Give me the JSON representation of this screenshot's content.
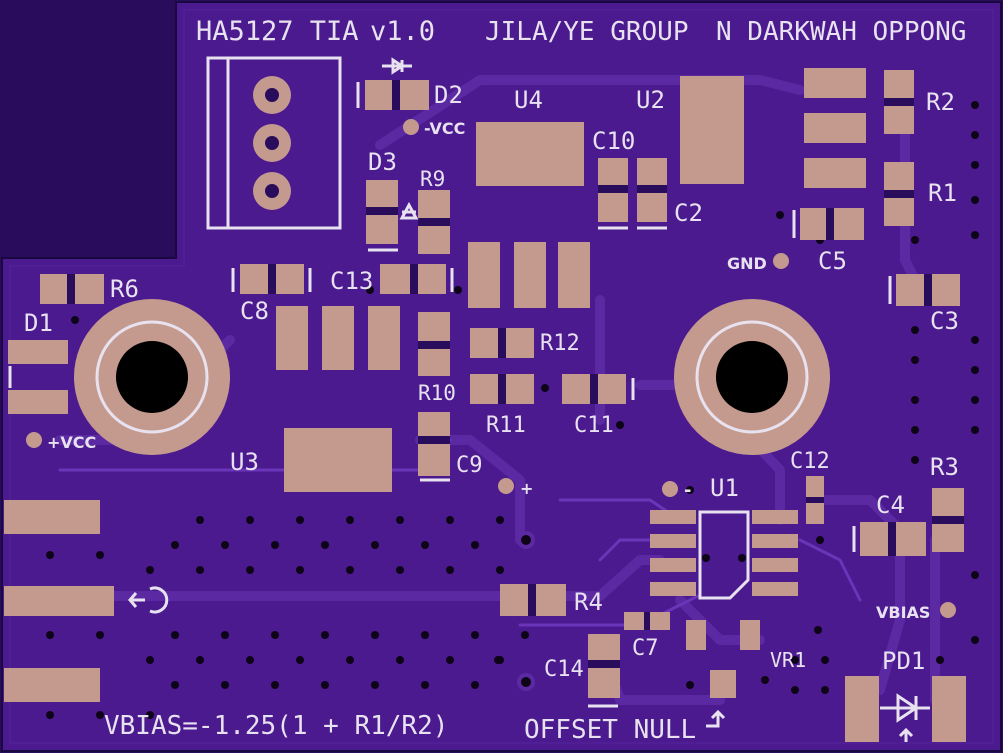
{
  "board": {
    "title": "HA5127 TIA",
    "version": "v1.0",
    "group": "JILA/YE GROUP",
    "author": "N DARKWAH OPPONG",
    "formula": "VBIAS=-1.25(1 + R1/R2)",
    "offset_null": "OFFSET NULL"
  },
  "pads": {
    "neg_vcc": "-VCC",
    "pos_vcc": "+VCC",
    "gnd": "GND",
    "vbias": "VBIAS",
    "plus": "+",
    "minus": "-"
  },
  "refs": {
    "d1": "D1",
    "d2": "D2",
    "d3": "D3",
    "u1": "U1",
    "u2": "U2",
    "u3": "U3",
    "u4": "U4",
    "r1": "R1",
    "r2": "R2",
    "r3": "R3",
    "r4": "R4",
    "r6": "R6",
    "r9": "R9",
    "r10": "R10",
    "r11": "R11",
    "r12": "R12",
    "c2": "C2",
    "c3": "C3",
    "c4": "C4",
    "c5": "C5",
    "c7": "C7",
    "c8": "C8",
    "c9": "C9",
    "c10": "C10",
    "c11": "C11",
    "c12": "C12",
    "c13": "C13",
    "c14": "C14",
    "vr1": "VR1",
    "pd1": "PD1"
  },
  "colors": {
    "board": "#4a1a8e",
    "background": "#2a0c5c",
    "copper_pad": "#c49a8e",
    "silkscreen": "#e8e2f0",
    "via": "#0d0418"
  }
}
